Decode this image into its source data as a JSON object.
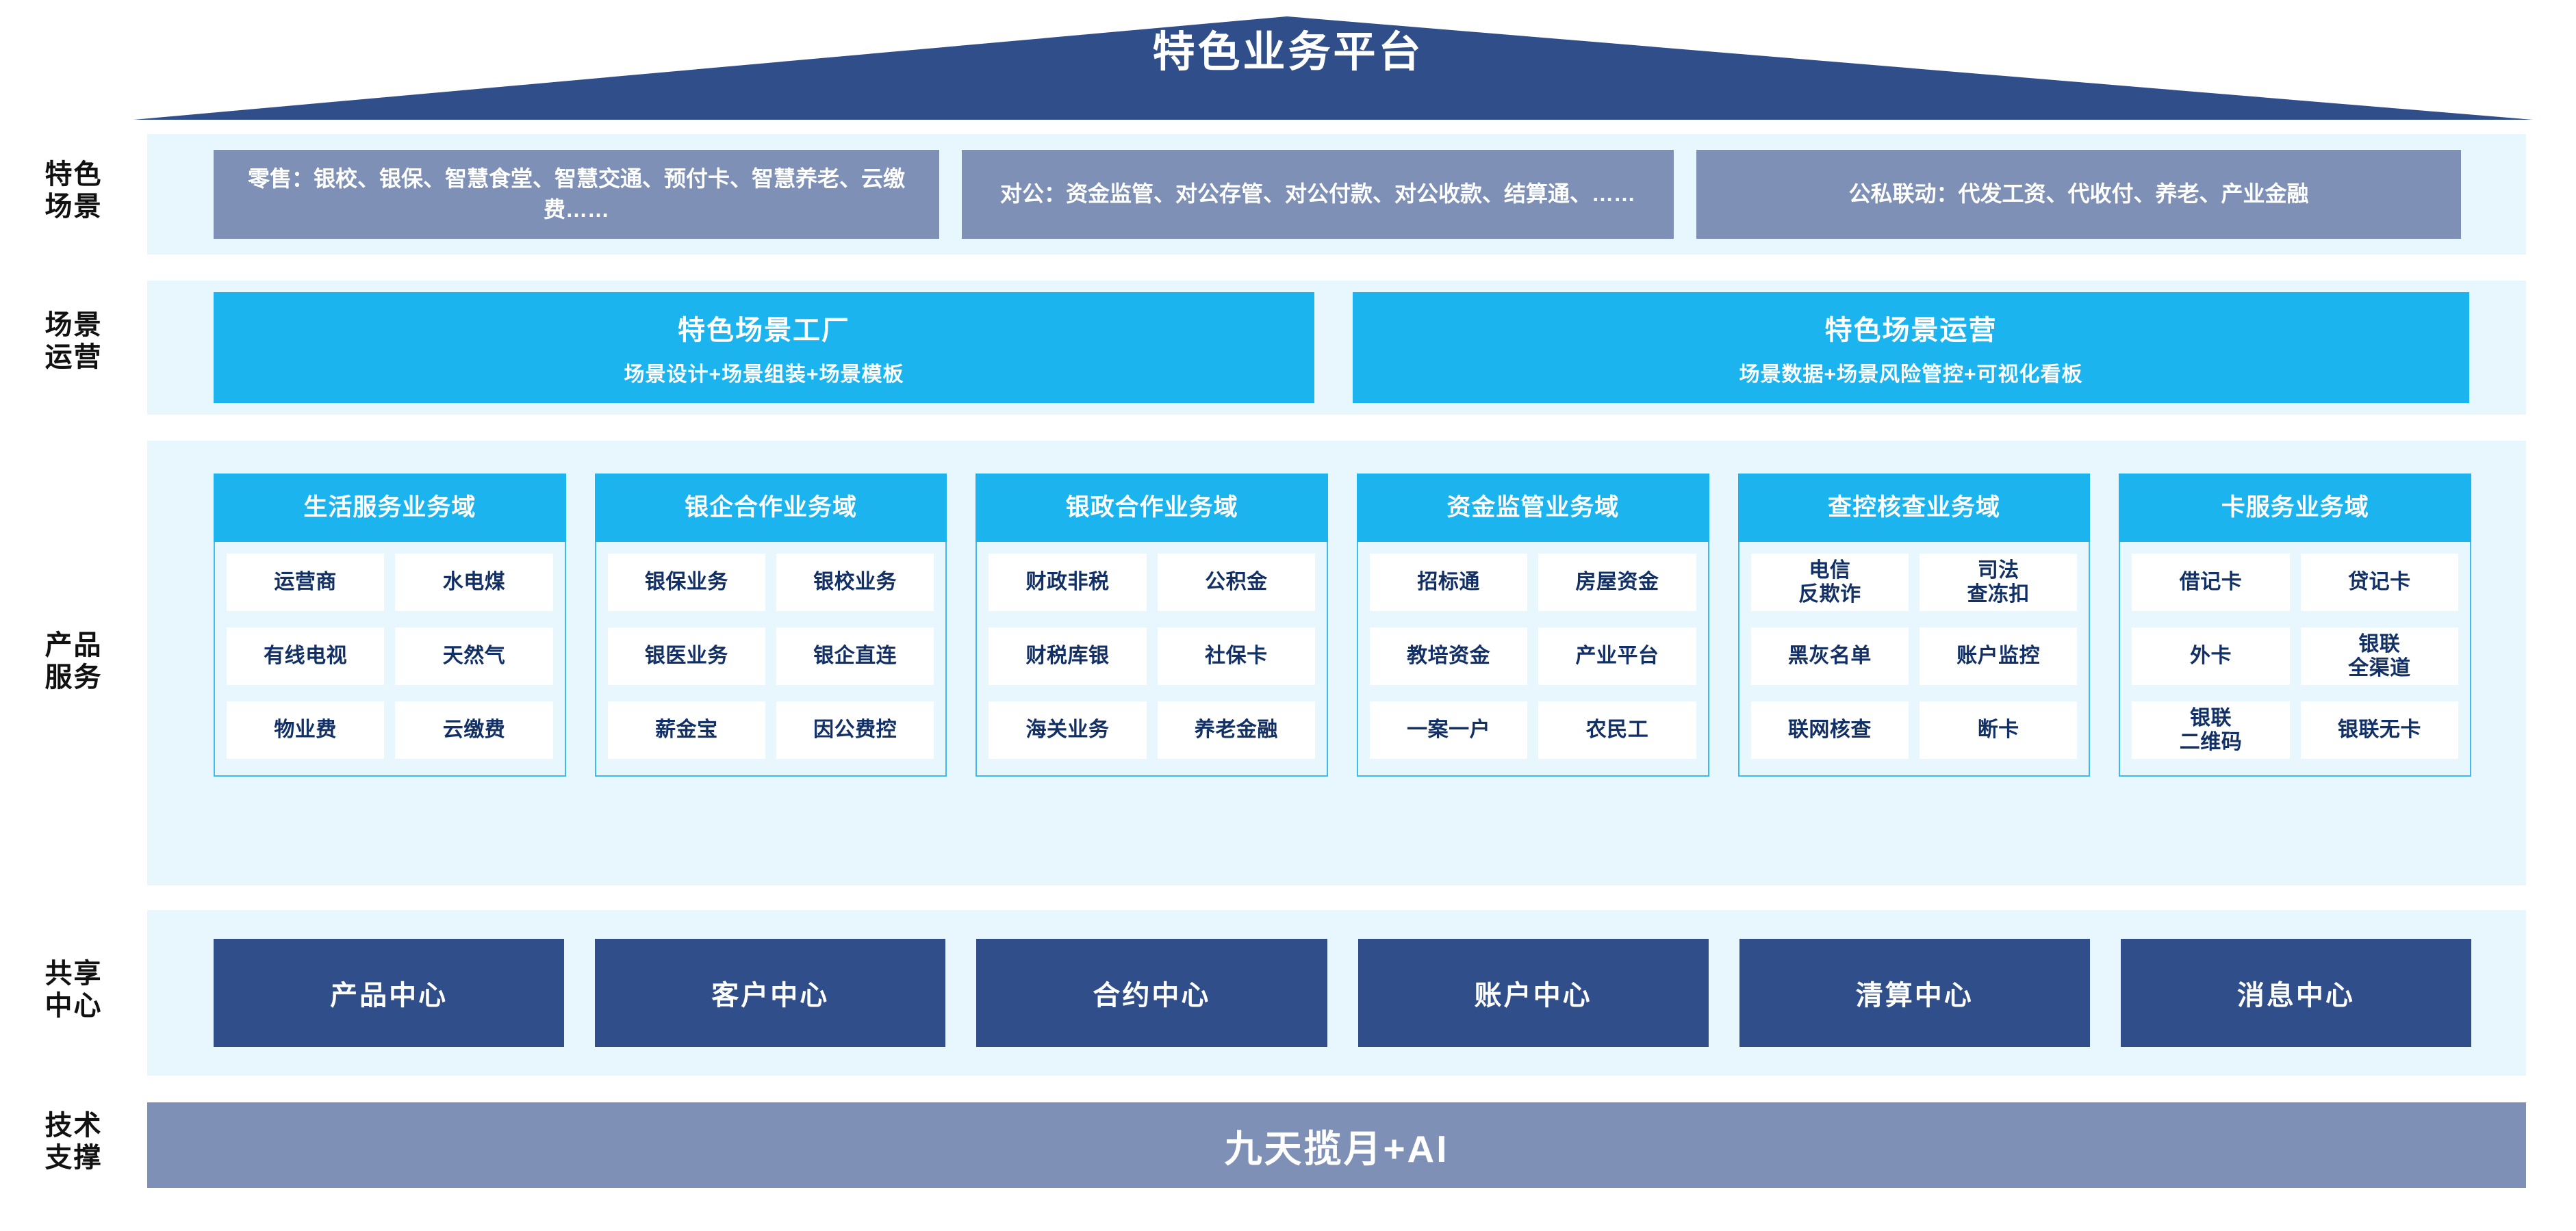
{
  "platform": {
    "title": "特色业务平台",
    "roof_color": "#2f4e8a"
  },
  "colors": {
    "band_bg": "#e8f6fd",
    "cyan": "#1cb4ef",
    "navy": "#2f4e8a",
    "slate": "#7e90b5",
    "chip_text": "#123066"
  },
  "rail": {
    "scene": "特色\n场景",
    "ops": "场景\n运营",
    "product": "产品\n服务",
    "shared": "共享\n中心",
    "tech": "技术\n支撑"
  },
  "scene_layer": {
    "boxes": [
      {
        "label": "零售：银校、银保、智慧食堂、智慧交通、预付卡、智慧养老、云缴费……"
      },
      {
        "label": "对公：资金监管、对公存管、对公付款、对公收款、结算通、……"
      },
      {
        "label": "公私联动：代发工资、代收付、养老、产业金融"
      }
    ]
  },
  "ops_layer": {
    "boxes": [
      {
        "title": "特色场景工厂",
        "subtitle": "场景设计+场景组装+场景模板"
      },
      {
        "title": "特色场景运营",
        "subtitle": "场景数据+场景风险管控+可视化看板"
      }
    ]
  },
  "product_layer": {
    "domains": [
      {
        "title": "生活服务业务域",
        "items": [
          "运营商",
          "水电煤",
          "有线电视",
          "天然气",
          "物业费",
          "云缴费"
        ]
      },
      {
        "title": "银企合作业务域",
        "items": [
          "银保业务",
          "银校业务",
          "银医业务",
          "银企直连",
          "薪金宝",
          "因公费控"
        ]
      },
      {
        "title": "银政合作业务域",
        "items": [
          "财政非税",
          "公积金",
          "财税库银",
          "社保卡",
          "海关业务",
          "养老金融"
        ]
      },
      {
        "title": "资金监管业务域",
        "items": [
          "招标通",
          "房屋资金",
          "教培资金",
          "产业平台",
          "一案一户",
          "农民工"
        ]
      },
      {
        "title": "查控核查业务域",
        "items": [
          "电信\n反欺诈",
          "司法\n查冻扣",
          "黑灰名单",
          "账户监控",
          "联网核查",
          "断卡"
        ]
      },
      {
        "title": "卡服务业务域",
        "items": [
          "借记卡",
          "贷记卡",
          "外卡",
          "银联\n全渠道",
          "银联\n二维码",
          "银联无卡"
        ]
      }
    ]
  },
  "shared_layer": {
    "centers": [
      "产品中心",
      "客户中心",
      "合约中心",
      "账户中心",
      "清算中心",
      "消息中心"
    ]
  },
  "tech_layer": {
    "label": "九天揽月+AI"
  }
}
